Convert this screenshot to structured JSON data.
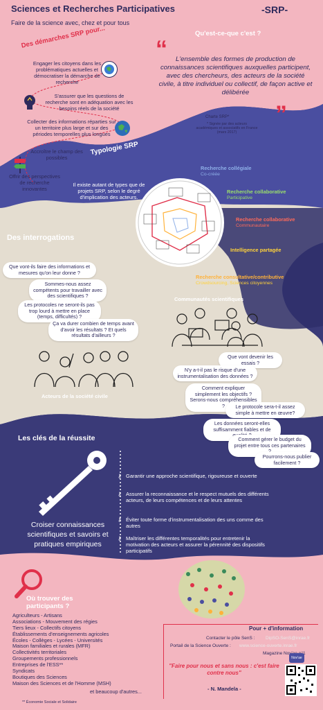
{
  "header": {
    "title": "Sciences et Recherches Participatives",
    "subtitle": "Faire de la science avec, chez et pour tous",
    "logo": "-SRP-"
  },
  "definition": {
    "question": "Qu'est-ce-que c'est ?",
    "text": "L'ensemble des formes de production de connaissances scientifiques auxquelles participent, avec des chercheurs, des acteurs de la société civile, à titre individuel ou collectif, de façon active et délibérée",
    "source": "Charte SRP*",
    "footnote": "* Signée par des acteurs académiques et associatifs en France (mars 2017)"
  },
  "demarches": {
    "title": "Des démarches SRP pour...",
    "items": [
      "Engager les citoyens dans les problématiques actuelles et démocratiser la démarche de recherche",
      "S'assurer que les questions de recherche sont en adéquation avec les besoins réels de la société",
      "Collecter des informations réparties sur un territoire plus large et sur des périodes temporelles plus longues",
      "Accroître le champ des possibles",
      "Offrir des perspectives de recherche innovantes"
    ]
  },
  "typologie": {
    "title": "Typologie SRP",
    "text": "Il existe autant de types que de projets SRP, selon le degré d'implication des acteurs.",
    "types": [
      {
        "name": "Recherche collégiale",
        "sub": "Co-créée",
        "color": "#8fb0e8"
      },
      {
        "name": "Recherche collaborative",
        "sub": "Participative",
        "color": "#9be06a"
      },
      {
        "name": "Recherche collaborative",
        "sub": "Communautaire",
        "color": "#ff6a5a"
      },
      {
        "name": "Intelligence partagée",
        "sub": "",
        "color": "#ffd23a"
      },
      {
        "name": "Recherche consultative/contributive",
        "sub": "Crowdsourcing, Sciences citoyennes",
        "color": "#ffb23a"
      }
    ]
  },
  "interrogations": {
    "title": "Des interrogations",
    "civil_questions": [
      "Que vont-ils faire des informations et mesures qu'on leur donne ?",
      "Sommes-nous assez compétents pour travailler avec des scientifiques ?",
      "Les protocoles ne seront-ils pas trop lourd à mettre en place (temps, difficultés) ?",
      "Ça va durer combien de temps avant d'avoir les résultats ? Et quels résultats d'ailleurs ?"
    ],
    "civil_label": "Acteurs de la société civile",
    "sci_label": "Communautés scientifiques",
    "sci_questions": [
      "Que vont devenir les essais ?",
      "N'y a-t-il pas le risque d'une instrumentalisation des données ?",
      "Comment expliquer simplement les objectifs ? Serons-nous compréhensibles ?",
      "Le protocole sera-t-il assez simple à mettre en œuvre?",
      "Les données seront-elles suffisamment fiables et de qualité ?",
      "Comment gérer le budget du projet entre tous ces partenaires ?",
      "Pourrons-nous publier facilement ?"
    ]
  },
  "cles": {
    "title": "Les clés de la réussite",
    "main": "Croiser connaissances scientifiques et savoirs et pratiques empiriques",
    "items": [
      "Garantir une approche scientifique, rigoureuse et ouverte",
      "Assurer la reconnaissance et le respect mutuels des différents acteurs, de leurs compétences et de leurs attentes",
      "Éviter toute forme d'instrumentalisation des uns comme des autres",
      "Maîtriser les différentes temporalités pour entretenir la motivation des acteurs et assurer la pérennité des dispositifs participatifs"
    ]
  },
  "participants": {
    "title": "Où trouver des participants ?",
    "list": [
      "Agriculteurs - Artisans",
      "Associations - Mouvement des régies",
      "Tiers lieux - Collectifs citoyens",
      "Établissements d'enseignements agricoles",
      "Écoles - Collèges - Lycées - Universités",
      "Maison familiales et rurales (MFR)",
      "Collectivités territoriales",
      "Groupements professionnels",
      "Entreprises de l'ESS**",
      "Syndicats",
      "Boutiques des Sciences",
      "Maison des Sciences et de l'Homme (MSH)"
    ],
    "more": "et beaucoup d'autres...",
    "footnote": "** Économie Sociale et Solidaire"
  },
  "info": {
    "title": "Pour + d'information",
    "line1_label": "Contacter le pôle SenS :",
    "line1_value": "DipSO-SenS@inrae.fr",
    "line2_label": "Portail de la Science Ouverte :",
    "line2_value": "www.science-ouverte.inrae.fr",
    "line3": "Magazine Nov'ae n°1",
    "quote": "\"Faire pour nous et sans nous : c'est faire contre nous\"",
    "author": "- N. Mandela -",
    "badge": "Nov'ae"
  },
  "colors": {
    "pink": "#f3b6c0",
    "navy": "#3a3a78",
    "blue": "#4a4ea0",
    "beige": "#e4ddd0",
    "accent": "#e0304a"
  }
}
